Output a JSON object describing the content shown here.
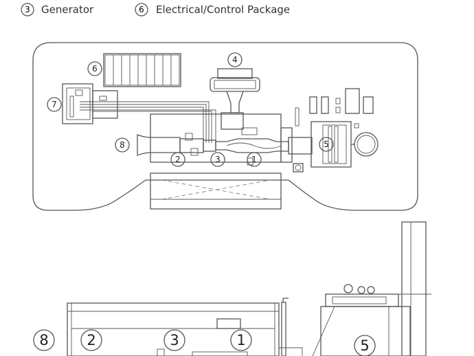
{
  "legend": [
    {
      "number": "3",
      "label": "Generator"
    },
    {
      "number": "6",
      "label": "Electrical/Control Package"
    }
  ],
  "plan_callouts": [
    "4",
    "6",
    "7",
    "8",
    "5",
    "2",
    "3",
    "1"
  ],
  "elevation_callouts": [
    "8",
    "2",
    "3",
    "1",
    "5"
  ]
}
